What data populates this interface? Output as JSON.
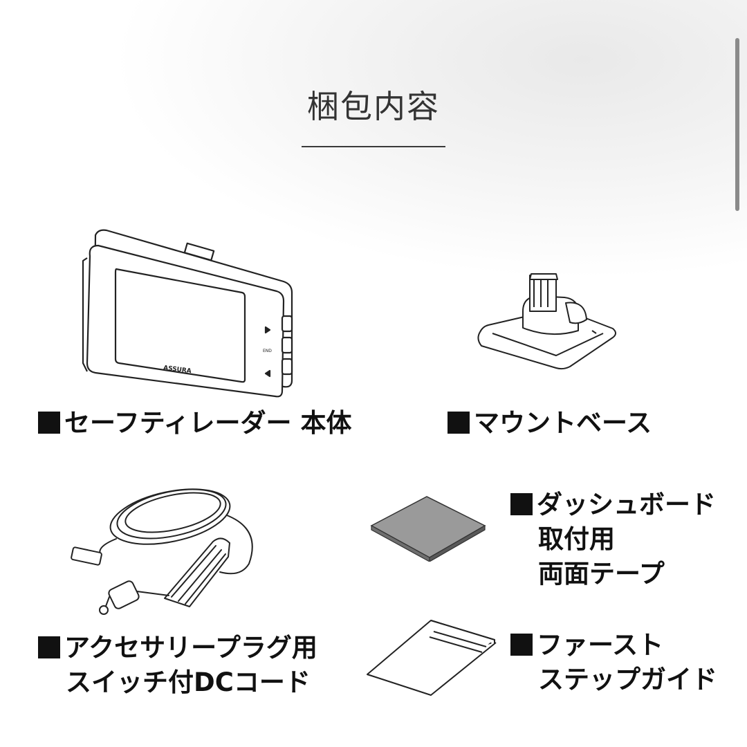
{
  "header": {
    "title": "梱包内容"
  },
  "items": [
    {
      "name": "device",
      "lines": [
        "セーフティレーダー 本体"
      ],
      "brand": "ASSURA"
    },
    {
      "name": "mount",
      "lines": [
        "マウントベース"
      ]
    },
    {
      "name": "cord",
      "lines": [
        "アクセサリープラグ用",
        "スイッチ付DCコード"
      ]
    },
    {
      "name": "tape",
      "lines": [
        "ダッシュボード",
        "取付用",
        "両面テープ"
      ]
    },
    {
      "name": "guide",
      "lines": [
        "ファースト",
        "ステップガイド"
      ]
    }
  ],
  "colors": {
    "text": "#111111",
    "rule": "#3a3a3a",
    "scrollbar": "#8a8a8a"
  }
}
